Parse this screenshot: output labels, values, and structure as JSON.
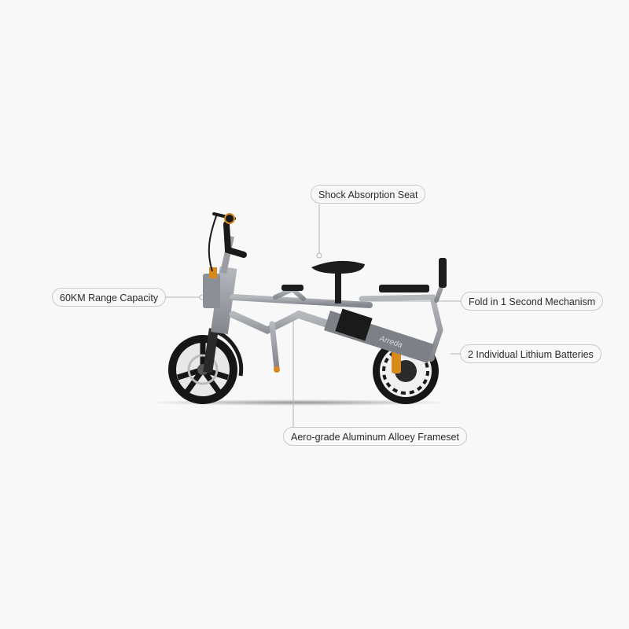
{
  "background_color": "#f8f8f8",
  "product": {
    "type": "folding electric tricycle-scooter",
    "brand_mark": "Arreda",
    "colors": {
      "frame": "#9a9ea4",
      "frame_dark": "#6f737a",
      "tires": "#161616",
      "accent": "#d98a1c",
      "seat": "#1c1c1c",
      "battery_panel": "#7d8187"
    }
  },
  "callouts": [
    {
      "id": "seat",
      "label": "Shock Absorption Seat"
    },
    {
      "id": "range",
      "label": "60KM Range Capacity"
    },
    {
      "id": "fold",
      "label": "Fold in 1 Second Mechanism"
    },
    {
      "id": "batteries",
      "label": "2 Individual Lithium Batteries"
    },
    {
      "id": "frame",
      "label": "Aero-grade Aluminum Alloey Frameset"
    }
  ],
  "line_color": "#b5b5b5"
}
